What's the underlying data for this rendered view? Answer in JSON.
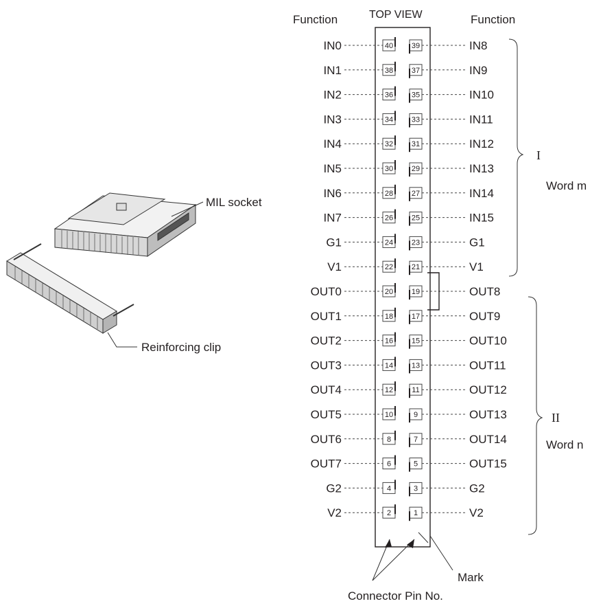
{
  "header": {
    "function_left": "Function",
    "top_view": "TOP VIEW",
    "function_right": "Function"
  },
  "rows": [
    {
      "left_func": "IN0",
      "left_pin": "40",
      "right_pin": "39",
      "right_func": "IN8"
    },
    {
      "left_func": "IN1",
      "left_pin": "38",
      "right_pin": "37",
      "right_func": "IN9"
    },
    {
      "left_func": "IN2",
      "left_pin": "36",
      "right_pin": "35",
      "right_func": "IN10"
    },
    {
      "left_func": "IN3",
      "left_pin": "34",
      "right_pin": "33",
      "right_func": "IN11"
    },
    {
      "left_func": "IN4",
      "left_pin": "32",
      "right_pin": "31",
      "right_func": "IN12"
    },
    {
      "left_func": "IN5",
      "left_pin": "30",
      "right_pin": "29",
      "right_func": "IN13"
    },
    {
      "left_func": "IN6",
      "left_pin": "28",
      "right_pin": "27",
      "right_func": "IN14"
    },
    {
      "left_func": "IN7",
      "left_pin": "26",
      "right_pin": "25",
      "right_func": "IN15"
    },
    {
      "left_func": "G1",
      "left_pin": "24",
      "right_pin": "23",
      "right_func": "G1"
    },
    {
      "left_func": "V1",
      "left_pin": "22",
      "right_pin": "21",
      "right_func": "V1"
    },
    {
      "left_func": "OUT0",
      "left_pin": "20",
      "right_pin": "19",
      "right_func": "OUT8"
    },
    {
      "left_func": "OUT1",
      "left_pin": "18",
      "right_pin": "17",
      "right_func": "OUT9"
    },
    {
      "left_func": "OUT2",
      "left_pin": "16",
      "right_pin": "15",
      "right_func": "OUT10"
    },
    {
      "left_func": "OUT3",
      "left_pin": "14",
      "right_pin": "13",
      "right_func": "OUT11"
    },
    {
      "left_func": "OUT4",
      "left_pin": "12",
      "right_pin": "11",
      "right_func": "OUT12"
    },
    {
      "left_func": "OUT5",
      "left_pin": "10",
      "right_pin": "9",
      "right_func": "OUT13"
    },
    {
      "left_func": "OUT6",
      "left_pin": "8",
      "right_pin": "7",
      "right_func": "OUT14"
    },
    {
      "left_func": "OUT7",
      "left_pin": "6",
      "right_pin": "5",
      "right_func": "OUT15"
    },
    {
      "left_func": "G2",
      "left_pin": "4",
      "right_pin": "3",
      "right_func": "G2"
    },
    {
      "left_func": "V2",
      "left_pin": "2",
      "right_pin": "1",
      "right_func": "V2"
    }
  ],
  "groups": [
    {
      "roman": "I",
      "word": "Word m"
    },
    {
      "roman": "II",
      "word": "Word n"
    }
  ],
  "callouts": {
    "mil_socket": "MIL socket",
    "reinforcing_clip": "Reinforcing clip",
    "mark": "Mark",
    "connector_pin_no": "Connector Pin No."
  }
}
